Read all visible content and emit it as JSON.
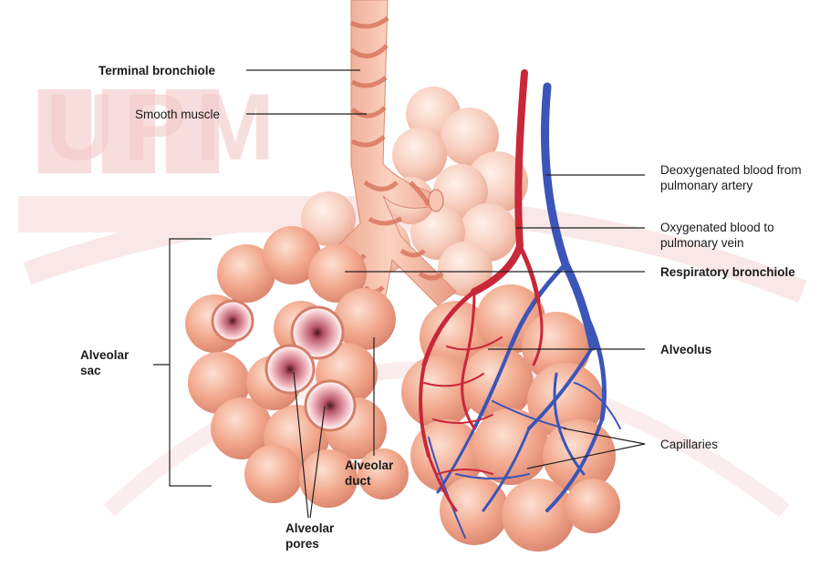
{
  "watermark": {
    "text": "UPM",
    "color": "#f4cccc"
  },
  "labels": {
    "terminal_bronchiole": "Terminal bronchiole",
    "smooth_muscle": "Smooth muscle",
    "deoxygenated_line1": "Deoxygenated blood from",
    "deoxygenated_line2": "pulmonary artery",
    "oxygenated_line1": "Oxygenated blood to",
    "oxygenated_line2": "pulmonary vein",
    "respiratory_bronchiole": "Respiratory bronchiole",
    "alveolar_sac_line1": "Alveolar",
    "alveolar_sac_line2": "sac",
    "alveolus": "Alveolus",
    "capillaries": "Capillaries",
    "alveolar_duct_line1": "Alveolar",
    "alveolar_duct_line2": "duct",
    "alveolar_pores_line1": "Alveolar",
    "alveolar_pores_line2": "pores"
  },
  "colors": {
    "alveolus_fill": "#f2a98e",
    "alveolus_shade": "#d9826b",
    "bronchiole": "#f3b49a",
    "artery_red": "#c8283a",
    "vein_blue": "#3c55b8",
    "leader_line": "#222222"
  }
}
